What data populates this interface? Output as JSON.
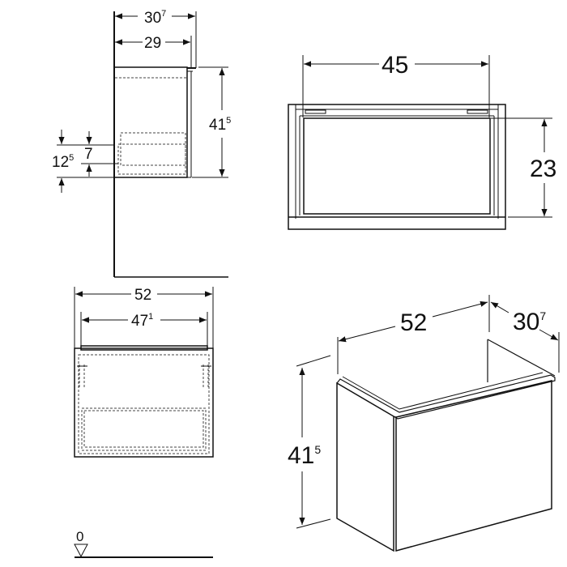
{
  "side_view": {
    "overall_depth": {
      "main": "30",
      "sup": "7"
    },
    "body_depth": {
      "main": "29",
      "sup": ""
    },
    "height": {
      "main": "41",
      "sup": "5"
    },
    "drawer_offset": {
      "main": "12",
      "sup": "5"
    },
    "drawer_height": {
      "main": "7",
      "sup": ""
    }
  },
  "front_section": {
    "drawer_width": {
      "main": "45",
      "sup": ""
    },
    "drawer_height": {
      "main": "23",
      "sup": ""
    }
  },
  "front_view": {
    "overall_width": {
      "main": "52",
      "sup": ""
    },
    "inner_width": {
      "main": "47",
      "sup": "1"
    }
  },
  "iso_view": {
    "width": {
      "main": "52",
      "sup": ""
    },
    "depth": {
      "main": "30",
      "sup": "7"
    },
    "height": {
      "main": "41",
      "sup": "5"
    }
  },
  "floor_reference": {
    "label": "0"
  },
  "colors": {
    "line": "#111111",
    "background": "#ffffff"
  }
}
